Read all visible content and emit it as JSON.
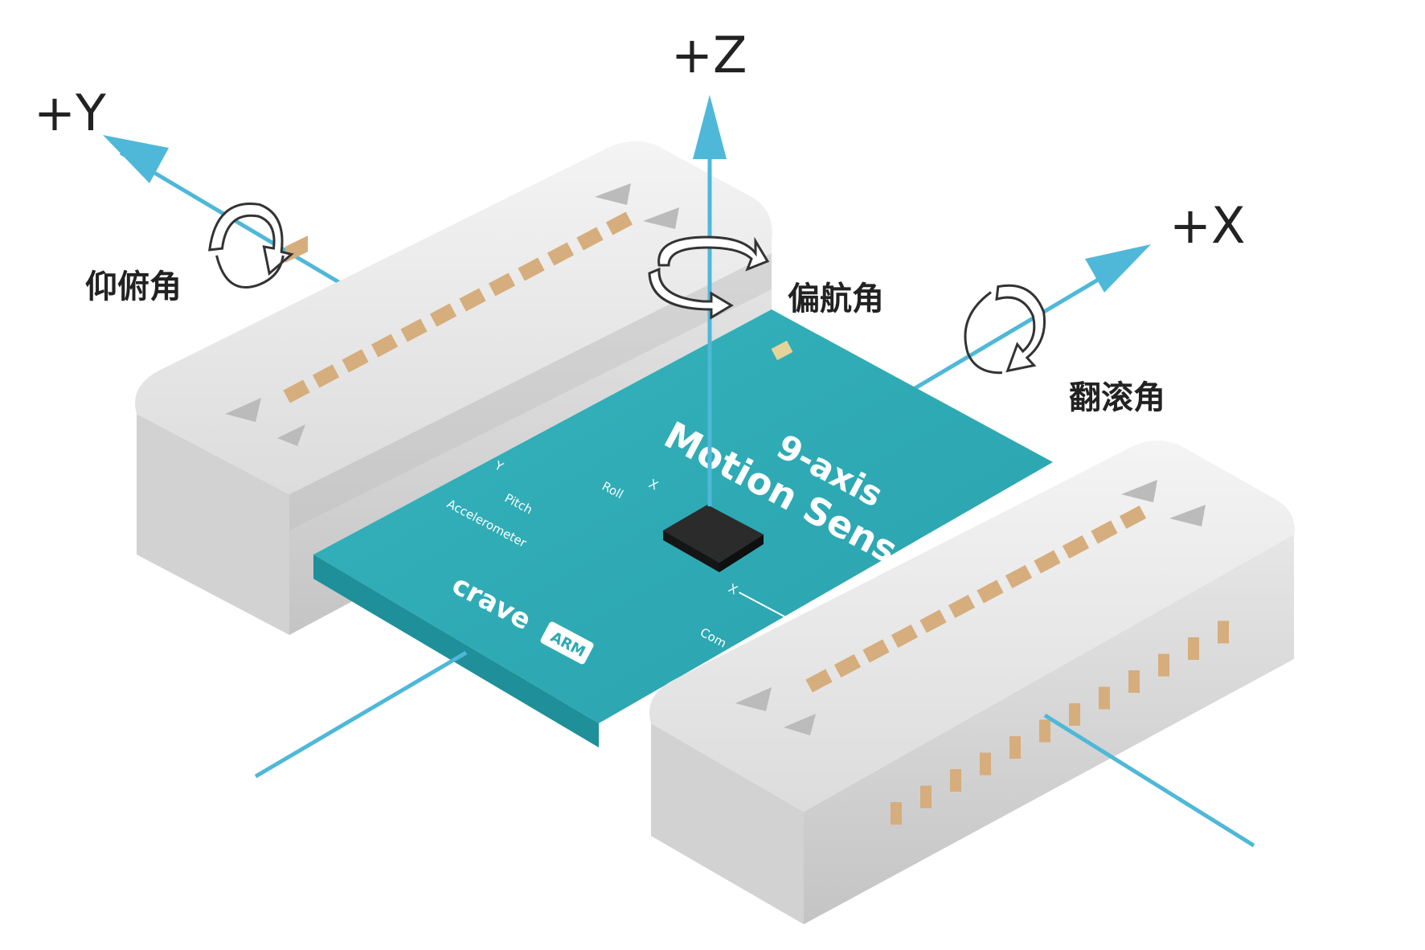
{
  "axes": {
    "z_label": "+Z",
    "y_label": "+Y",
    "x_label": "+X"
  },
  "rotations": {
    "pitch_label": "仰俯角",
    "yaw_label": "偏航角",
    "roll_label": "翻滚角"
  },
  "board": {
    "title_line1": "9-axis",
    "title_line2": "Motion Senso",
    "accelerometer_label": "Accelerometer",
    "compass_label": "Com",
    "pitch_label": "Pitch",
    "roll_label": "Roll",
    "y_marker": "Y",
    "x_marker": "X",
    "x_marker_2": "X",
    "brand": "crave",
    "brand_badge": "ARM"
  },
  "colors": {
    "axis": "#4fb8d8",
    "pcb": "#2ea9b4",
    "pcb_dark": "#1f8f99",
    "connector": "#e9e9e9",
    "pad": "#d6ad7c",
    "chip": "#1e1e1e",
    "text": "#222222"
  },
  "icons": [
    "rotation-arrow-icon",
    "axis-arrow-icon"
  ]
}
